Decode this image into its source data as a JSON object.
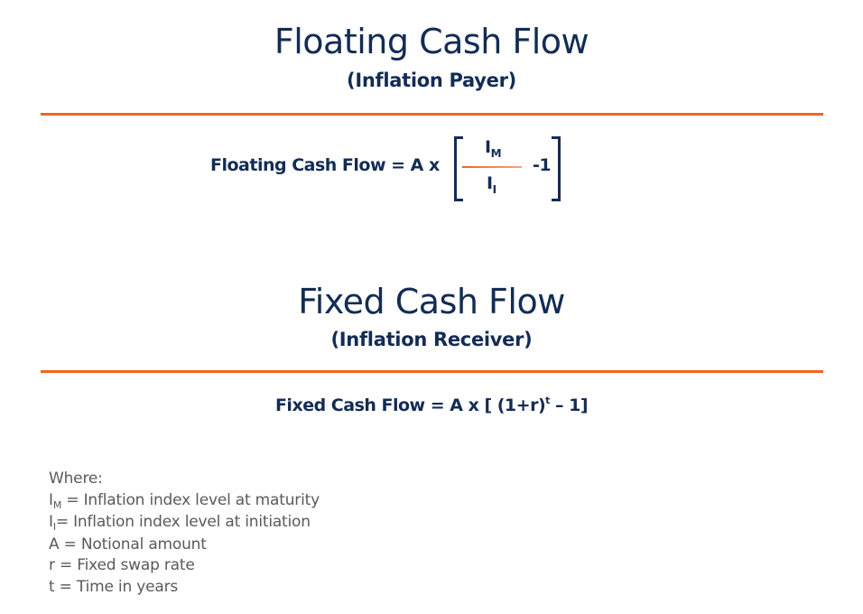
{
  "colors": {
    "navy": "#132c55",
    "accent_orange": "#f26522",
    "legend_gray": "#5a5a5a"
  },
  "floating": {
    "title": "Floating Cash Flow",
    "subtitle": "(Inflation Payer)",
    "formula": {
      "lhs": "Floating Cash Flow = A x",
      "numerator_base": "I",
      "numerator_sub": "M",
      "denominator_base": "I",
      "denominator_sub": "I",
      "minus_one": "-1"
    }
  },
  "fixed": {
    "title": "Fixed Cash Flow",
    "subtitle": "(Inflation Receiver)",
    "formula": {
      "prefix": "Fixed Cash Flow = A x [ (1+r)",
      "exponent": "t",
      "suffix": " – 1]"
    }
  },
  "legend": {
    "heading": "Where:",
    "items": [
      {
        "symbol": "I",
        "sub": "M",
        "text": " = Inflation index level at maturity"
      },
      {
        "symbol": "I",
        "sub": "I",
        "text": "= Inflation index level at initiation"
      },
      {
        "symbol": "A",
        "sub": "",
        "text": " = Notional amount"
      },
      {
        "symbol": "r",
        "sub": "",
        "text": " = Fixed swap rate"
      },
      {
        "symbol": "t",
        "sub": "",
        "text": " = Time in years"
      }
    ]
  }
}
